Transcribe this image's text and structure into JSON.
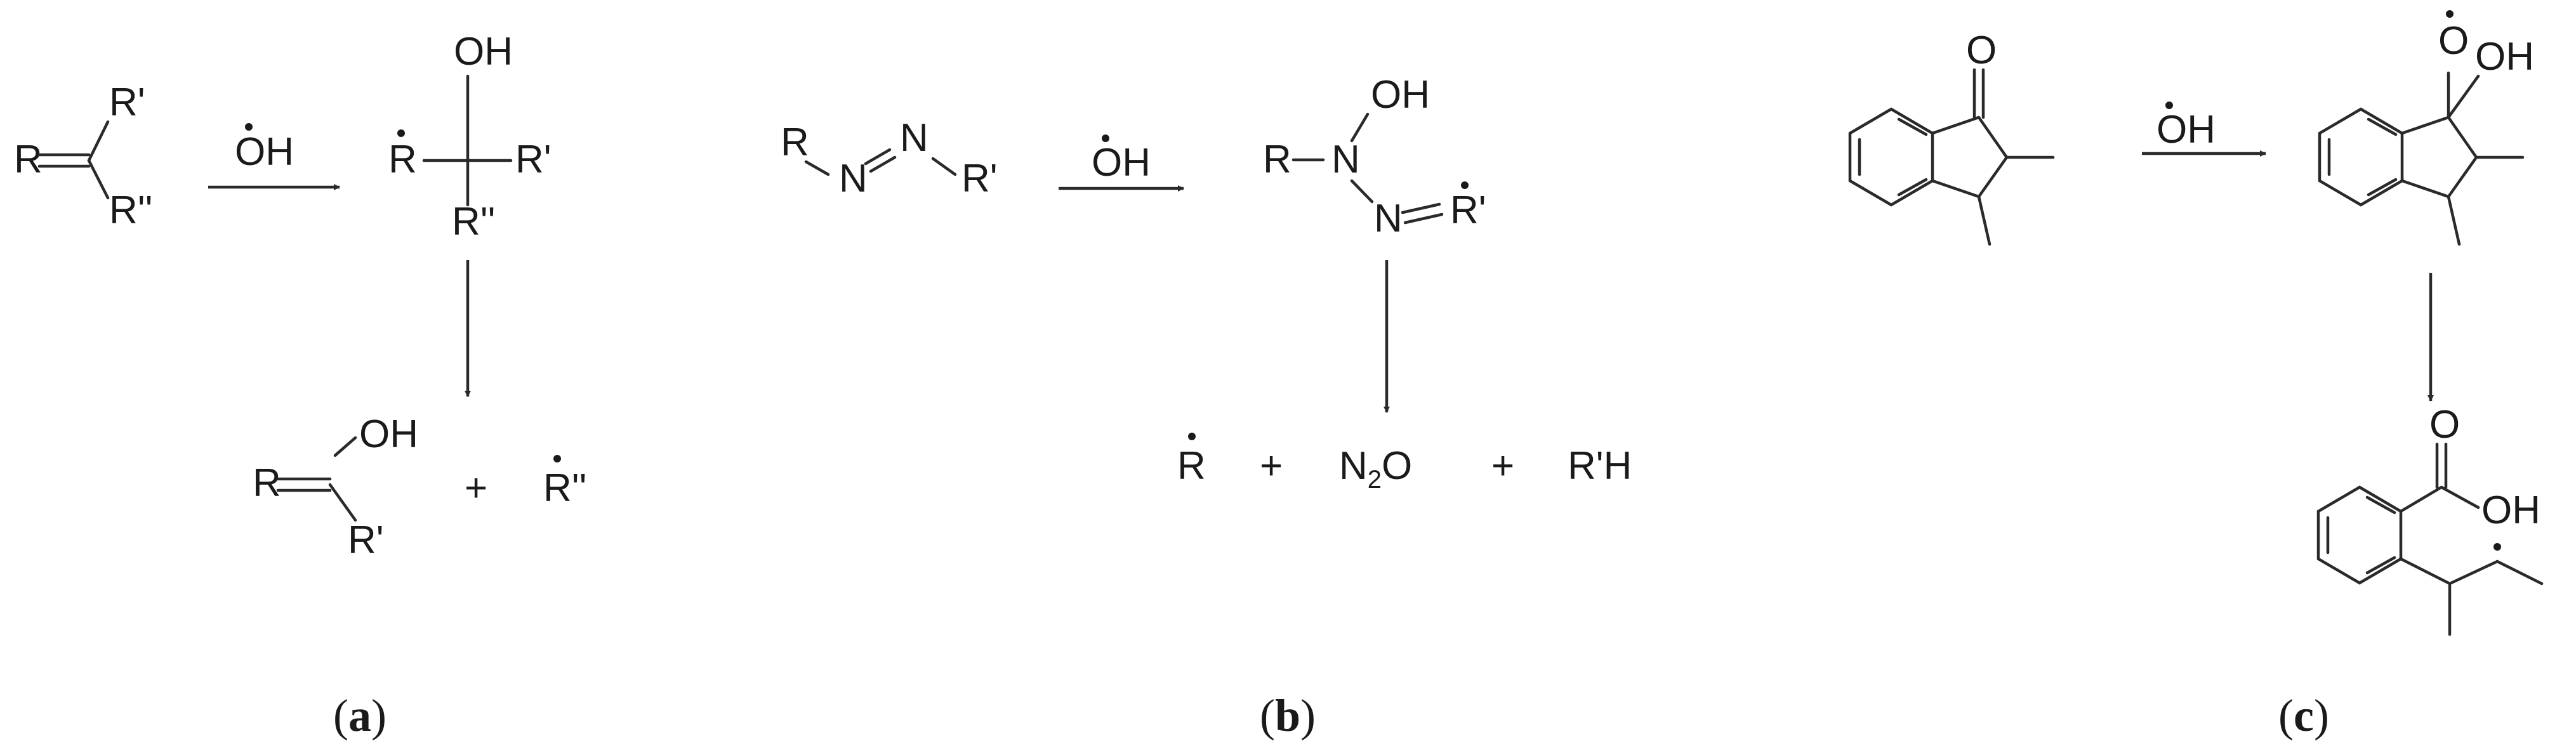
{
  "panel_a": {
    "reactant": {
      "R": "R",
      "R1": "R'",
      "R2": "R''"
    },
    "reagent": "OH",
    "intermediate": {
      "OH": "OH",
      "R": "R",
      "R1": "R'",
      "R2": "R''"
    },
    "product_enol": {
      "OH": "OH",
      "R": "R",
      "R1": "R'"
    },
    "plus": "+",
    "product_radical": "R''",
    "caption_open": "(",
    "caption_letter": "a",
    "caption_close": ")"
  },
  "panel_b": {
    "reactant": {
      "R": "R",
      "N1": "N",
      "N2": "N",
      "R1": "R'"
    },
    "reagent": "OH",
    "intermediate": {
      "OH": "OH",
      "R": "R",
      "N1": "N",
      "N2": "N",
      "R1": "R'"
    },
    "products": {
      "R": "R",
      "plus1": "+",
      "N2O_main": "N",
      "N2O_sub": "2",
      "N2O_tail": "O",
      "plus2": "+",
      "RH": "R'H"
    },
    "caption_open": "(",
    "caption_letter": "b",
    "caption_close": ")"
  },
  "panel_c": {
    "reactant": {
      "O": "O"
    },
    "reagent": "OH",
    "intermediate": {
      "O": "O",
      "OH": "OH"
    },
    "product": {
      "O": "O",
      "OH": "OH"
    },
    "caption_open": "(",
    "caption_letter": "c",
    "caption_close": ")"
  }
}
